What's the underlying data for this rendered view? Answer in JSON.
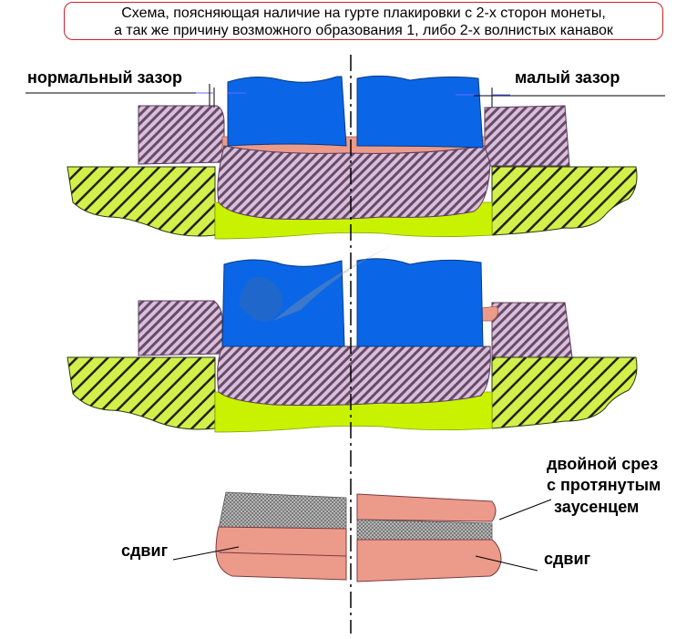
{
  "title": {
    "line1": "Схема, поясняющая наличие на гурте плакировки с 2-х сторон монеты,",
    "line2": "а так же причину возможного образования 1, либо 2-х волнистых канавок"
  },
  "labels": {
    "normal_gap": "нормальный зазор",
    "small_gap": "малый зазор",
    "double_cut_1": "двойной срез",
    "double_cut_2": "с протянутым",
    "double_cut_3": "заусенцем",
    "shift_left": "сдвиг",
    "shift_right": "сдвиг"
  },
  "colors": {
    "planchet_blue": "#0a66e6",
    "pink": "#ec9a8a",
    "hatch_purple": "#8e6a8f",
    "lime": "#c8f200",
    "hatch_green": "#a8d61c",
    "grey_dots": "#8c8c8c",
    "title_border": "#d0202a"
  }
}
